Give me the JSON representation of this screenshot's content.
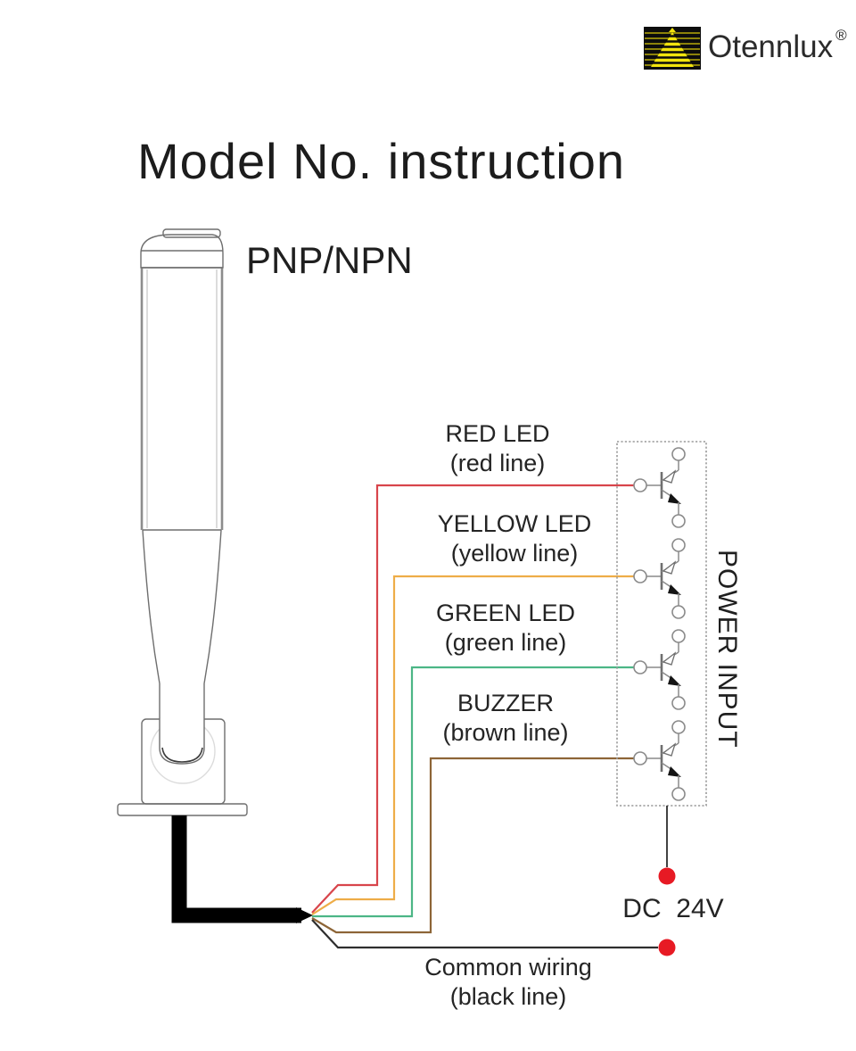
{
  "header": {
    "brand": "Otennlux",
    "registered_mark": "®"
  },
  "title": "Model No. instruction",
  "device": {
    "label": "PNP/NPN",
    "type": "signal tower light illustration"
  },
  "wires": [
    {
      "label": "RED LED",
      "sublabel": "(red line)",
      "color": "#d8454c"
    },
    {
      "label": "YELLOW LED",
      "sublabel": "(yellow line)",
      "color": "#eead48"
    },
    {
      "label": "GREEN LED",
      "sublabel": "(green line)",
      "color": "#4cb686"
    },
    {
      "label": "BUZZER",
      "sublabel": "(brown line)",
      "color": "#8d6537"
    }
  ],
  "common_wire": {
    "label": "Common wiring",
    "sublabel": "(black line)",
    "color": "#2e2e2e"
  },
  "power": {
    "panel_label": "POWER INPUT",
    "supply_label": "DC  24V",
    "terminal_color": "#e71a24"
  },
  "logo_colors": {
    "yellow": "#f2e40e",
    "black": "#0d0d0d"
  }
}
